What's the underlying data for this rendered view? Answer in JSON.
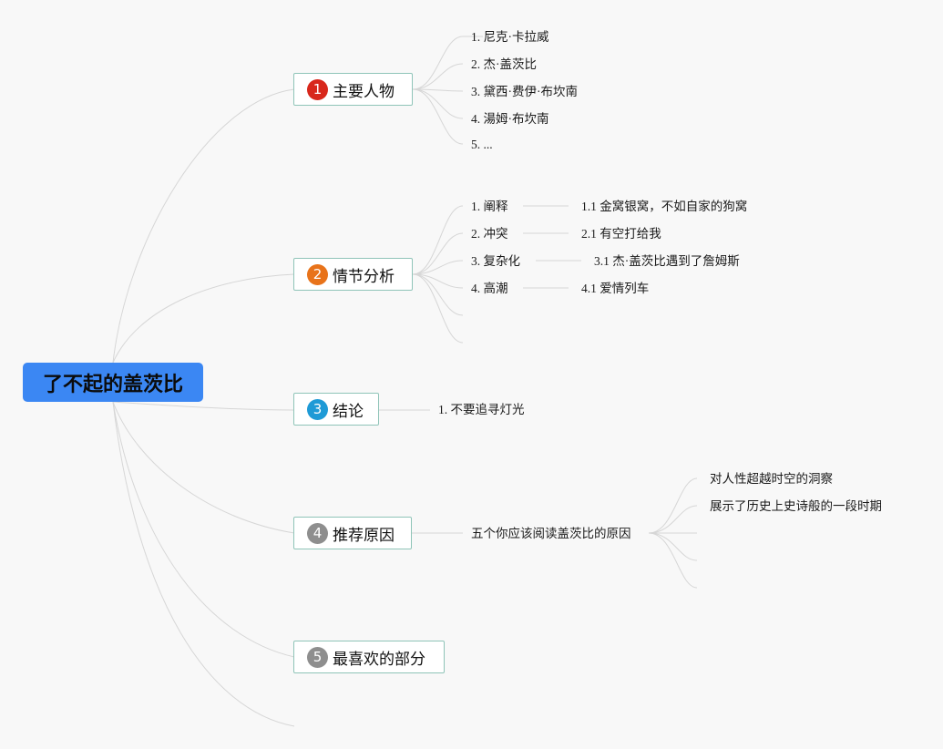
{
  "root": {
    "label": "了不起的盖茨比",
    "color": "#3b87f3"
  },
  "topics": [
    {
      "number": "1",
      "label": "主要人物",
      "badge_color": "#d8271b"
    },
    {
      "number": "2",
      "label": "情节分析",
      "badge_color": "#e8731a"
    },
    {
      "number": "3",
      "label": "结论",
      "badge_color": "#1e9ad6"
    },
    {
      "number": "4",
      "label": "推荐原因",
      "badge_color": "#8e8e8e"
    },
    {
      "number": "5",
      "label": "最喜欢的部分",
      "badge_color": "#8e8e8e"
    }
  ],
  "characters": [
    "1. 尼克·卡拉威",
    "2. 杰·盖茨比",
    "3. 黛西·费伊·布坎南",
    "4. 湯姆·布坎南",
    "5. ..."
  ],
  "plot": [
    {
      "label": "1. 阐释",
      "sub": "1.1 金窝银窝，不如自家的狗窝"
    },
    {
      "label": "2. 冲突",
      "sub": "2.1 有空打给我"
    },
    {
      "label": "3. 复杂化",
      "sub": "3.1 杰·盖茨比遇到了詹姆斯"
    },
    {
      "label": "4. 高潮",
      "sub": "4.1 爱情列车"
    }
  ],
  "conclusion": [
    "1. 不要追寻灯光"
  ],
  "reasons": {
    "label": "五个你应该阅读盖茨比的原因",
    "items": [
      "对人性超越时空的洞察",
      "展示了历史上史诗般的一段时期"
    ]
  },
  "link_color": "#d6d6d6",
  "topic_border_color": "#8fc4b8"
}
